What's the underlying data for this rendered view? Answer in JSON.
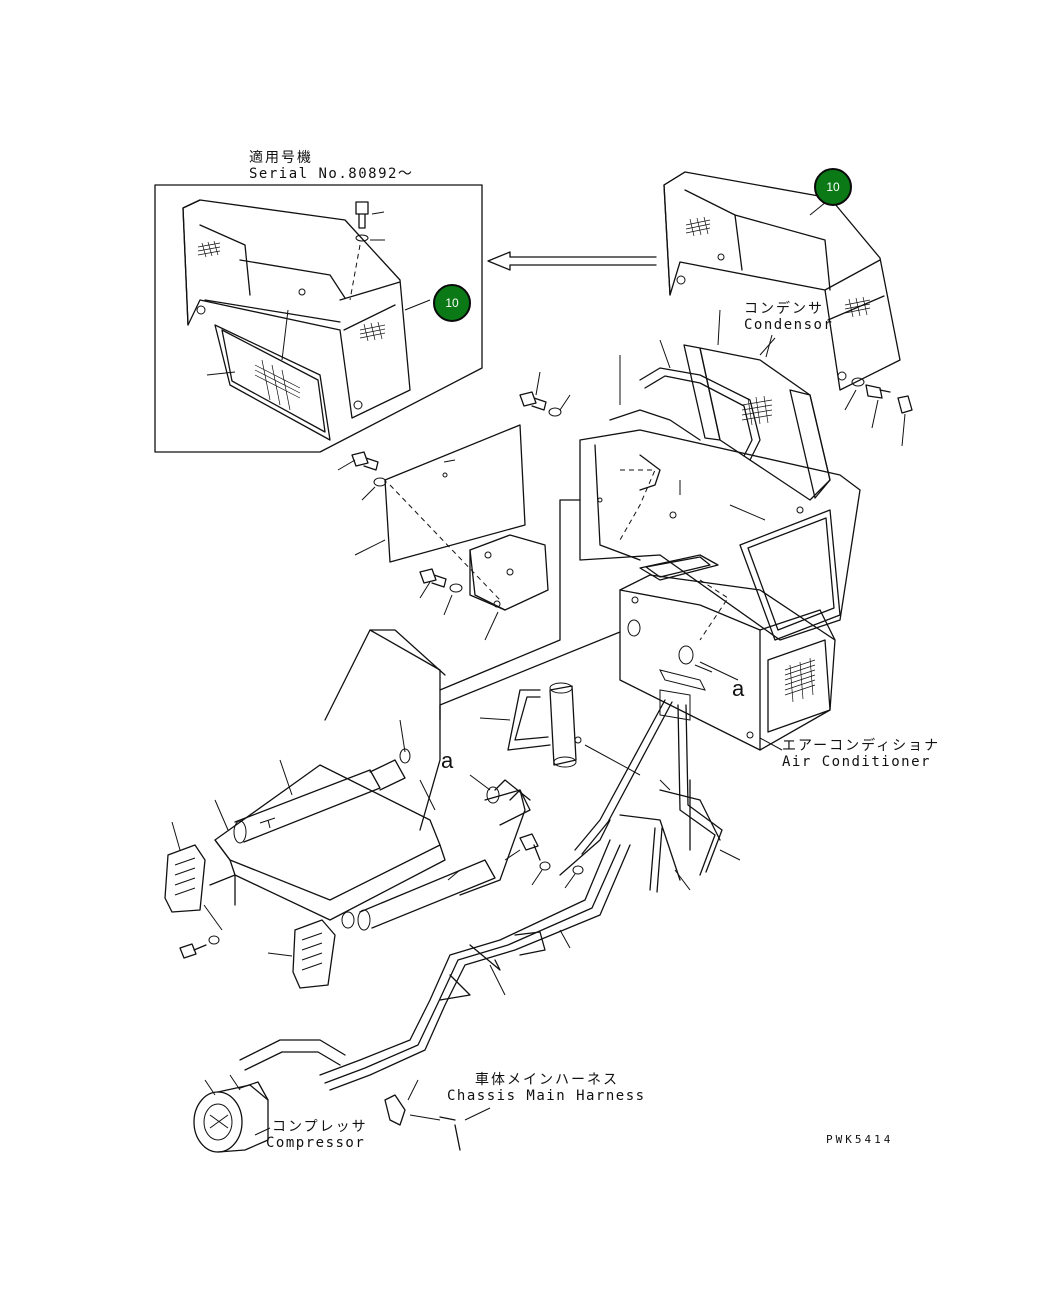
{
  "serial_note": {
    "jp": "適用号機",
    "en": "Serial No.80892～"
  },
  "callouts": [
    "10",
    "10"
  ],
  "labels": {
    "condensor": {
      "jp": "コンデンサ",
      "en": "Condensor"
    },
    "air_conditioner": {
      "jp": "エアーコンディショナ",
      "en": "Air Conditioner"
    },
    "chassis_harness": {
      "jp": "車体メインハーネス",
      "en": "Chassis Main Harness"
    },
    "compressor": {
      "jp": "コンプレッサ",
      "en": "Compressor"
    }
  },
  "refs": [
    "a",
    "a"
  ],
  "drawing_code": "PWK5414",
  "colors": {
    "callout_fill": "#0b7a16",
    "line": "#111111",
    "background": "#ffffff"
  }
}
